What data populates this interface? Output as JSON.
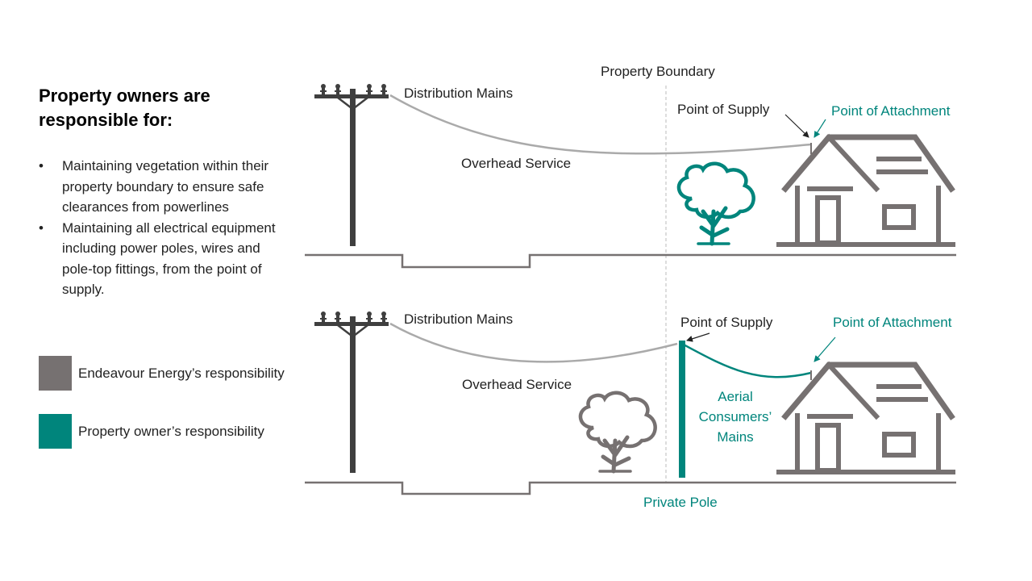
{
  "panel": {
    "heading": "Property owners are responsible for:",
    "bullets": [
      "Maintaining vegetation within their property boundary to ensure safe clearances from powerlines",
      "Maintaining all electrical equipment including power poles, wires and pole-top fittings, from the point of supply."
    ]
  },
  "legend": [
    {
      "label": "Endeavour Energy’s responsibility",
      "color": "#767171"
    },
    {
      "label": "Property owner’s responsibility",
      "color": "#00857C"
    }
  ],
  "diagram": {
    "property_boundary": "Property Boundary",
    "top": {
      "distribution_mains": "Distribution Mains",
      "overhead_service": "Overhead Service",
      "point_of_supply": "Point of Supply",
      "point_of_attachment": "Point of Attachment"
    },
    "bottom": {
      "distribution_mains": "Distribution Mains",
      "overhead_service": "Overhead Service",
      "point_of_supply": "Point of Supply",
      "point_of_attachment": "Point of Attachment",
      "aerial_mains": [
        "Aerial",
        "Consumers’",
        "Mains"
      ],
      "private_pole": "Private Pole"
    }
  },
  "colors": {
    "energy_grey": "#767171",
    "pole_dark": "#3f3f3f",
    "owner_teal": "#00857C",
    "line_grey": "#aaaaaa",
    "boundary_grey": "#bbbbbb"
  }
}
